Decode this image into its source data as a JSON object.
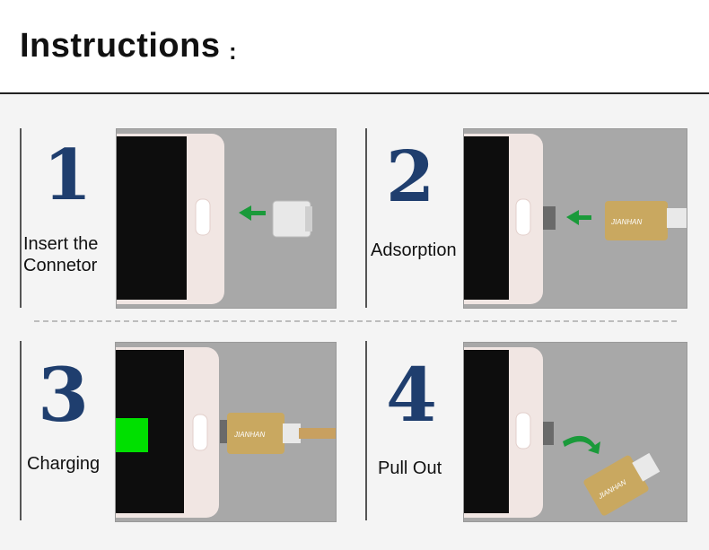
{
  "header": {
    "title": "Instructions",
    "colon": ":"
  },
  "steps": [
    {
      "number": "1",
      "label_line1": "Insert the",
      "label_line2": "Connetor"
    },
    {
      "number": "2",
      "label": "Adsorption"
    },
    {
      "number": "3",
      "label": "Charging"
    },
    {
      "number": "4",
      "label": "Pull Out"
    }
  ],
  "brand": "JIANHAN",
  "colors": {
    "number": "#1f3e6e",
    "arrow": "#1a9a3a",
    "charge": "#00e000",
    "gold": "#c9a860"
  }
}
